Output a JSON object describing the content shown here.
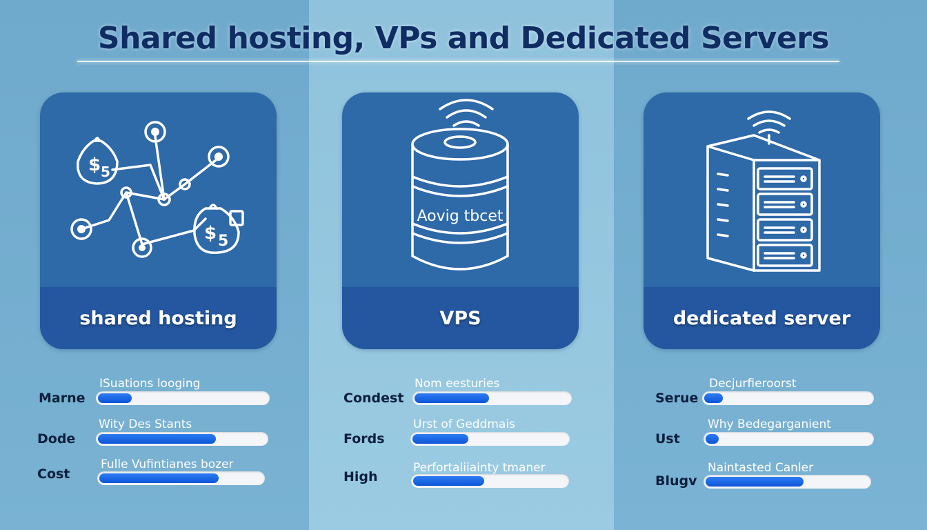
{
  "title": "Shared hosting, VPs and Dedicated Servers",
  "columns": [
    {
      "label": "shared hosting",
      "rows": [
        {
          "label": "Marne",
          "caption": "ISuations looging",
          "level": 0.2
        },
        {
          "label": "Dode",
          "caption": "Wity Des Stants",
          "level": 0.7
        },
        {
          "label": "Cost",
          "caption": "Fulle Vufintianes bozer",
          "level": 0.73
        }
      ]
    },
    {
      "label": "VPS",
      "icon_text": "Aovig tbcet",
      "rows": [
        {
          "label": "Condest",
          "caption": "Nom eesturies",
          "level": 0.48
        },
        {
          "label": "Fords",
          "caption": "Urst of Geddmais",
          "level": 0.36
        },
        {
          "label": "High",
          "caption": "Perfortaliiainty tmaner",
          "level": 0.46
        }
      ]
    },
    {
      "label": "dedicated server",
      "rows": [
        {
          "label": "Serue",
          "caption": "Decjurfieroorst",
          "level": 0.11
        },
        {
          "label": "Ust",
          "caption": "Why Bedegarganient",
          "level": 0.08
        },
        {
          "label": "Blugv",
          "caption": "Naintasted Canler",
          "level": 0.6
        }
      ]
    }
  ],
  "colors": {
    "accent": "#1a63e6",
    "card": "#2e69a8",
    "band": "#2457a0",
    "title": "#0f2d63"
  }
}
